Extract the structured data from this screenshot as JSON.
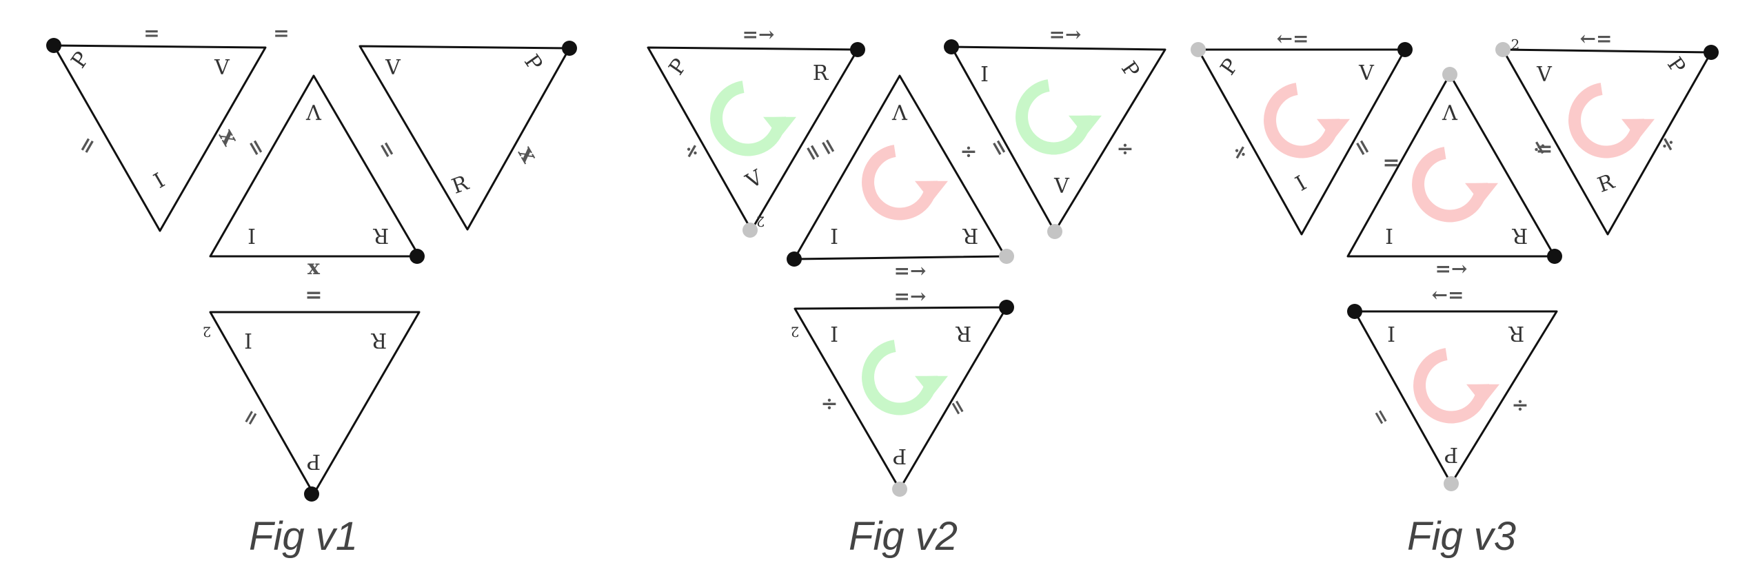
{
  "colors": {
    "line": "#111111",
    "dot_black": "#111111",
    "dot_grey": "#c4c4c4",
    "arrow_green": "#c8f7c8",
    "arrow_red": "#fbcaca",
    "mark": "#555555"
  },
  "figures": [
    {
      "caption": "Fig v1",
      "triangles": [
        {
          "labels": [
            "P",
            "V",
            "I"
          ],
          "rotation_arrow": "none"
        },
        {
          "labels": [
            "V",
            "P",
            "R"
          ],
          "rotation_arrow": "none"
        },
        {
          "labels": [
            "V",
            "R",
            "I"
          ],
          "rotation_arrow": "none"
        },
        {
          "labels": [
            "I",
            "R",
            "P"
          ],
          "rotation_arrow": "none"
        }
      ],
      "marks": [
        "=",
        "=",
        "=",
        "=",
        "=",
        "x",
        "x",
        "x",
        "=",
        "="
      ],
      "misc_glyphs": [
        "2"
      ]
    },
    {
      "caption": "Fig v2",
      "triangles": [
        {
          "labels": [
            "P",
            "R",
            "V"
          ],
          "rotation_arrow": "green"
        },
        {
          "labels": [
            "I",
            "P",
            "V"
          ],
          "rotation_arrow": "green"
        },
        {
          "labels": [
            "V",
            "R",
            "I"
          ],
          "rotation_arrow": "red"
        },
        {
          "labels": [
            "I",
            "R",
            "P"
          ],
          "rotation_arrow": "green"
        }
      ],
      "marks": [
        "=→",
        "=→",
        "÷",
        "=",
        "=",
        "÷",
        "=",
        "÷",
        "=→",
        "=→",
        "÷",
        "="
      ],
      "misc_glyphs": [
        "2",
        "2"
      ]
    },
    {
      "caption": "Fig v3",
      "triangles": [
        {
          "labels": [
            "P",
            "V",
            "I"
          ],
          "rotation_arrow": "red"
        },
        {
          "labels": [
            "V",
            "P",
            "R"
          ],
          "rotation_arrow": "red"
        },
        {
          "labels": [
            "V",
            "R",
            "I"
          ],
          "rotation_arrow": "red"
        },
        {
          "labels": [
            "I",
            "R",
            "P"
          ],
          "rotation_arrow": "red"
        }
      ],
      "marks": [
        "←=",
        "←=",
        "÷",
        "=",
        "=",
        "÷",
        "=",
        "÷",
        "=→",
        "←=",
        "=",
        "÷"
      ],
      "misc_glyphs": [
        "2"
      ]
    }
  ]
}
